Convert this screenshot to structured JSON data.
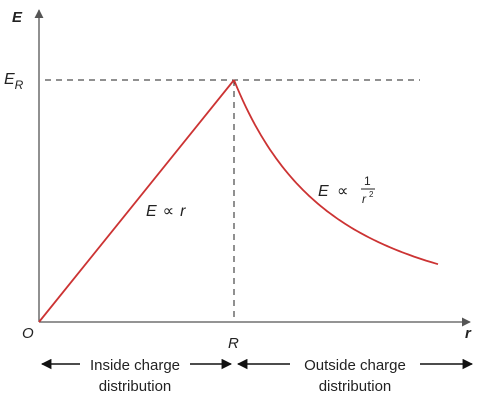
{
  "axes": {
    "y_label": "E",
    "x_label": "r",
    "origin_label": "O",
    "er_label_main": "E",
    "er_label_sub": "R",
    "r_tick_label": "R"
  },
  "annotations": {
    "inside_formula_lhs": "E",
    "inside_formula_op": "∝",
    "inside_formula_rhs": "r",
    "outside_formula_lhs": "E",
    "outside_formula_op": "∝",
    "outside_formula_num": "1",
    "outside_formula_den": "r",
    "outside_formula_exp": "2"
  },
  "regions": {
    "inside_line1": "Inside charge",
    "inside_line2": "distribution",
    "outside_line1": "Outside charge",
    "outside_line2": "distribution"
  },
  "colors": {
    "curve": "#cc3333",
    "axis": "#555555",
    "dashed": "#222222",
    "text": "#222222"
  }
}
